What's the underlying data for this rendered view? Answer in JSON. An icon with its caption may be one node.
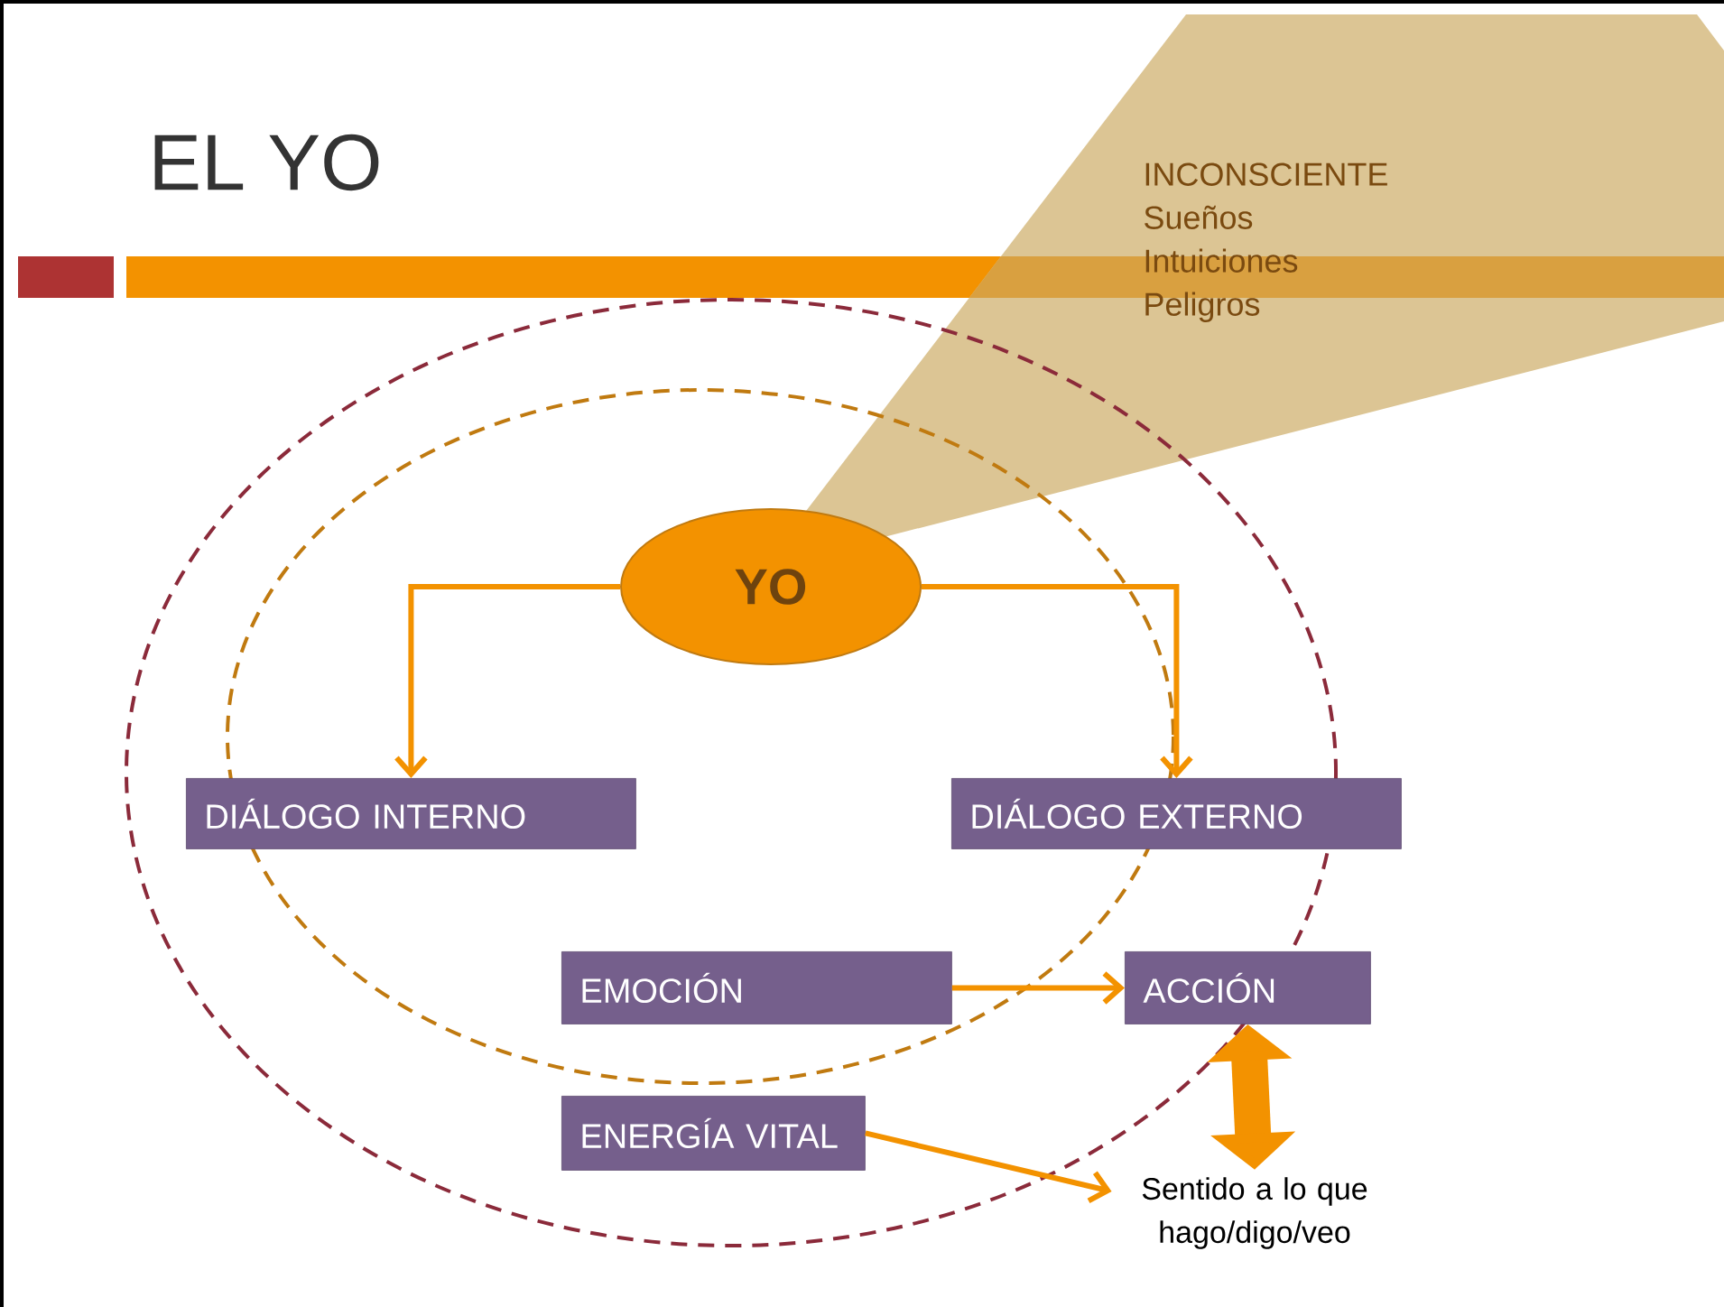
{
  "diagram": {
    "title": "EL YO",
    "nodes": [
      {
        "text": [
          "INCONSCIENTE",
          "Sueños",
          "Intuiciones",
          "Peligros"
        ]
      },
      {
        "text": [
          "YO"
        ]
      },
      {
        "text": [
          "DIÁLOGO INTERNO"
        ]
      },
      {
        "text": [
          "DIÁLOGO EXTERNO"
        ]
      },
      {
        "text": [
          "EMOCIÓN"
        ]
      },
      {
        "text": [
          "ACCIÓN"
        ]
      },
      {
        "text": [
          "ENERGÍA VITAL"
        ]
      },
      {
        "text": [
          "Sentido a lo que hago/digo/veo"
        ]
      }
    ],
    "edges": [
      {
        "from": 1,
        "to": 2,
        "arrow": "to"
      },
      {
        "from": 1,
        "to": 3,
        "arrow": "to"
      },
      {
        "from": 4,
        "to": 5,
        "arrow": "to"
      },
      {
        "from": 6,
        "to": 7,
        "arrow": "to"
      },
      {
        "from": 5,
        "to": 7,
        "arrow": "both",
        "style": "thick"
      }
    ]
  }
}
